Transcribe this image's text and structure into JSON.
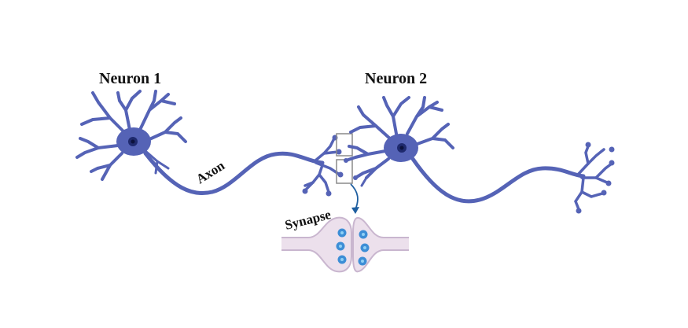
{
  "labels": {
    "neuron1": "Neuron 1",
    "neuron2": "Neuron 2",
    "axon": "Axon",
    "synapse": "Synapse"
  },
  "colors": {
    "neuron": "#5563b6",
    "neuron_dark": "#3f4a9a",
    "soma_center": "#1f2a6e",
    "synapse_fill": "#ece0ec",
    "synapse_stroke": "#c9b6cf",
    "vesicle": "#3d8ed6",
    "vesicle_core": "#8fd0f5",
    "arrow": "#1f5fa0",
    "box_stroke": "#8a8a8a"
  }
}
